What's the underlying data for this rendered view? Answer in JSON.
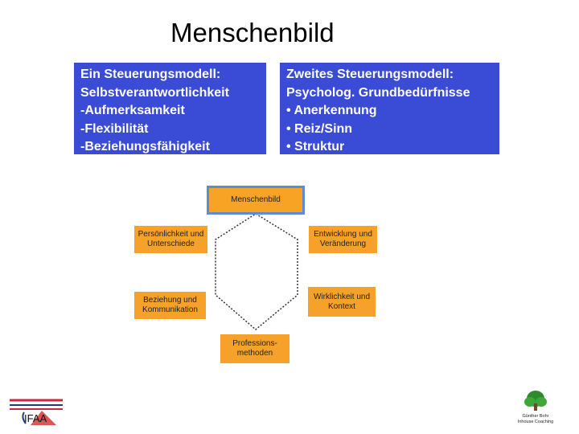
{
  "title": "Menschenbild",
  "left_box": {
    "lines": [
      "Ein Steuerungsmodell:",
      "Selbstverantwortlichkeit",
      "-Aufmerksamkeit",
      "-Flexibilität",
      "-Beziehungsfähigkeit"
    ]
  },
  "right_box": {
    "lines": [
      "Zweites Steuerungsmodell:",
      "Psycholog. Grundbedürfnisse",
      "• Anerkennung",
      "• Reiz/Sinn",
      "• Struktur"
    ]
  },
  "diagram": {
    "top": "Menschenbild",
    "left_upper": [
      "Persönlichkeit und",
      "Unterschiede"
    ],
    "right_upper": [
      "Entwicklung und",
      "Veränderung"
    ],
    "left_lower": [
      "Beziehung und",
      "Kommunikation"
    ],
    "right_lower": [
      "Wirklichkeit und",
      "Kontext"
    ],
    "bottom": [
      "Professions-",
      "methoden"
    ]
  },
  "logos": {
    "left": "IFAA",
    "right": [
      "Günther Bohr",
      "Inhouse Coaching"
    ]
  },
  "colors": {
    "box_blue": "#3a4bd6",
    "node_orange": "#f6a12a",
    "node_border_blue": "#5b8ed1"
  }
}
